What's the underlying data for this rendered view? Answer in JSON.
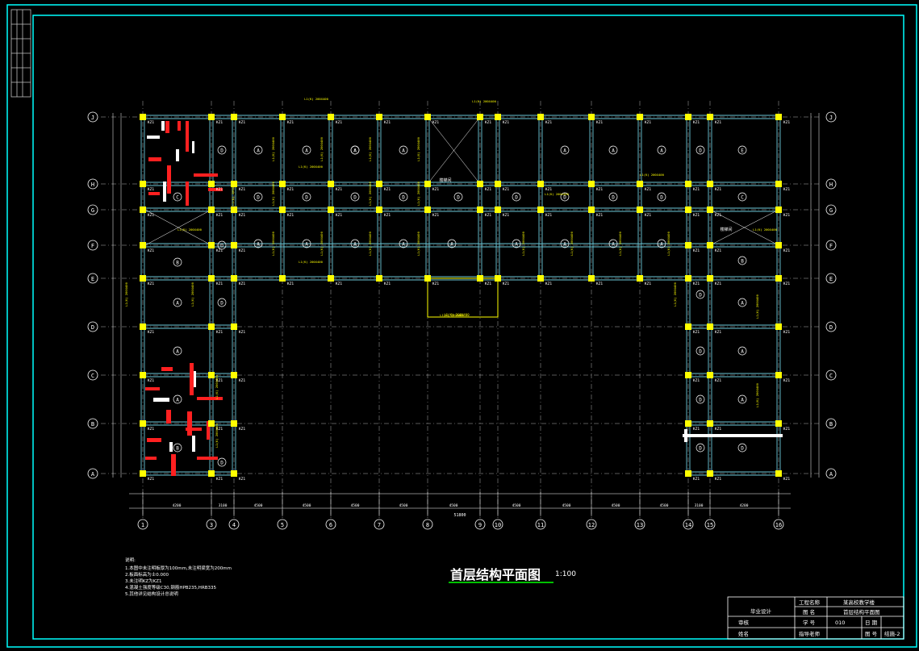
{
  "drawing": {
    "title": "首层结构平面图",
    "scale": "1:100",
    "axes_row": [
      "J",
      "H",
      "G",
      "F",
      "E",
      "D",
      "C",
      "B",
      "A"
    ],
    "axes_col": [
      "1",
      "3",
      "4",
      "5",
      "6",
      "7",
      "8",
      "9",
      "10",
      "11",
      "12",
      "13",
      "14",
      "15",
      "16"
    ],
    "column_label": "KZ1",
    "slab_labels": [
      "A",
      "B",
      "C",
      "D",
      "E"
    ],
    "beam_label": "L1(K) 200X400",
    "stair_label": "楼梯间",
    "total_dim": "51800",
    "bay_dims": [
      "4200",
      "3100",
      "4500",
      "4500",
      "4500",
      "4500",
      "4500",
      "4500",
      "4500",
      "4500",
      "4500",
      "3100",
      "4200"
    ],
    "notes": {
      "heading": "说明:",
      "lines": [
        "1.本图中未注明板厚为100mm,未注明梁宽为200mm",
        "2.板面标高为士0.000",
        "3.未注明KZ为KZ1",
        "4.混凝土强度等级C30,钢筋HPB235,HRB335",
        "5.其他详见结构设计总说明"
      ]
    }
  },
  "title_block": {
    "designer_label": "毕业设计",
    "project_label": "工程名称",
    "project_value": "某高校教学楼",
    "drawing_name_label": "图 名",
    "drawing_name_value": "首层结构平面图",
    "review_label": "审核",
    "student_id_label": "学 号",
    "student_id_value": "010",
    "date_label": "日 期",
    "name_label": "姓名",
    "advisor_label": "指导老师",
    "sheet_label": "图 号",
    "sheet_value": "结施-2"
  },
  "colors": {
    "background": "#000000",
    "frame": "#00ffff",
    "wall": "#6cc7d8",
    "column": "#ffff00",
    "axis": "#b0b0b0",
    "beam_text": "#ffff00",
    "red_wall": "#ff2020",
    "title": "#ffffff",
    "underline": "#00ff00"
  }
}
